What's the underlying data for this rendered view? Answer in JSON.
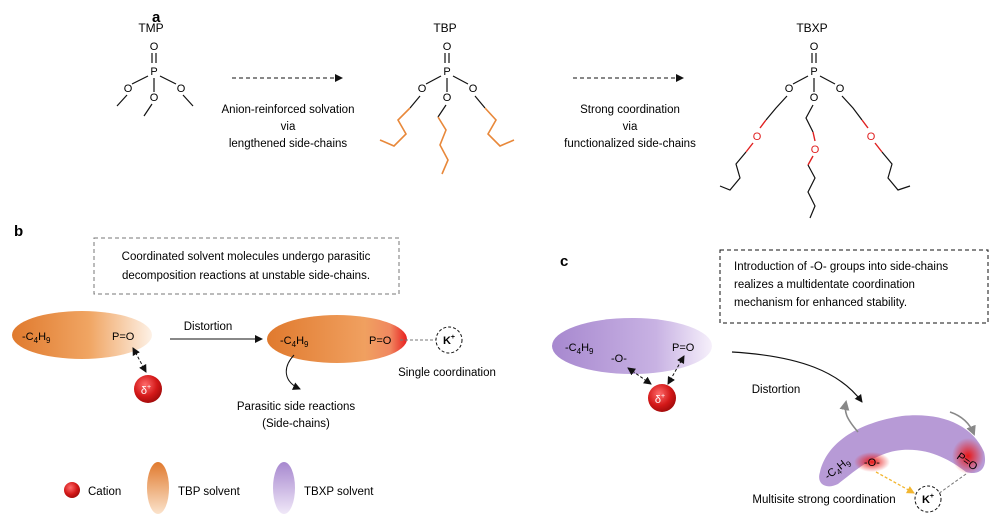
{
  "panel_a": {
    "letter": "a",
    "molecules": [
      {
        "name": "TMP"
      },
      {
        "name": "TBP"
      },
      {
        "name": "TBXP"
      }
    ],
    "step1": {
      "line1": "Anion-reinforced solvation",
      "line2": "via",
      "line3": "lengthened side-chains"
    },
    "step2": {
      "line1": "Strong coordination",
      "line2": "via",
      "line3": "functionalized side-chains"
    },
    "atoms": {
      "P": "P",
      "O": "O"
    }
  },
  "panel_b": {
    "letter": "b",
    "box_line1": "Coordinated solvent molecules undergo parasitic",
    "box_line2": "decomposition reactions at unstable side-chains.",
    "group_left": "-C",
    "group_sub": "4",
    "group_right": "H",
    "group_sub2": "9",
    "po": "P=O",
    "distortion": "Distortion",
    "cation_label": "δ",
    "cation_sup": "+",
    "k_label": "K",
    "k_sup": "+",
    "single": "Single coordination",
    "parasitic_line1": "Parasitic side reactions",
    "parasitic_line2": "(Side-chains)"
  },
  "legend": {
    "cation": "Cation",
    "tbp": "TBP solvent",
    "tbxp": "TBXP solvent"
  },
  "panel_c": {
    "letter": "c",
    "box_line1": "Introduction of -O- groups into side-chains",
    "box_line2": "realizes a multidentate coordination",
    "box_line3": "mechanism for enhanced stability.",
    "ether": "-O-",
    "po": "P=O",
    "distortion": "Distortion",
    "multisite": "Multisite strong coordination"
  },
  "colors": {
    "tbp_orange": "#e8883a",
    "tbxp_purple": "#b79ad6",
    "ether_red": "#e02020",
    "k_arrow_gold": "#f2b630"
  }
}
